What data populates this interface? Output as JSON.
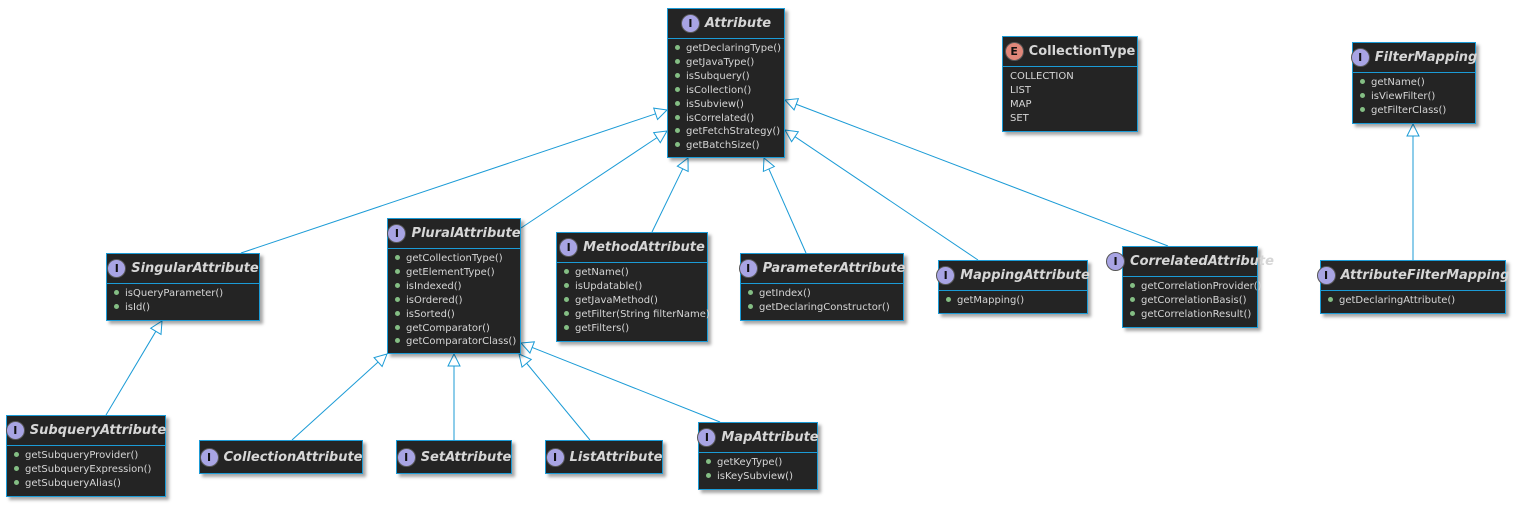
{
  "diagram": {
    "nodes": [
      {
        "id": "Attribute",
        "kind": "interface",
        "badge": "I",
        "name": "Attribute",
        "members": [
          "getDeclaringType()",
          "getJavaType()",
          "isSubquery()",
          "isCollection()",
          "isSubview()",
          "isCorrelated()",
          "getFetchStrategy()",
          "getBatchSize()"
        ]
      },
      {
        "id": "CollectionType",
        "kind": "enum",
        "badge": "E",
        "name": "CollectionType",
        "members": [
          "COLLECTION",
          "LIST",
          "MAP",
          "SET"
        ]
      },
      {
        "id": "FilterMapping",
        "kind": "interface",
        "badge": "I",
        "name": "FilterMapping",
        "members": [
          "getName()",
          "isViewFilter()",
          "getFilterClass()"
        ]
      },
      {
        "id": "SingularAttribute",
        "kind": "interface",
        "badge": "I",
        "name": "SingularAttribute",
        "members": [
          "isQueryParameter()",
          "isId()"
        ]
      },
      {
        "id": "PluralAttribute",
        "kind": "interface",
        "badge": "I",
        "name": "PluralAttribute",
        "members": [
          "getCollectionType()",
          "getElementType()",
          "isIndexed()",
          "isOrdered()",
          "isSorted()",
          "getComparator()",
          "getComparatorClass()"
        ]
      },
      {
        "id": "MethodAttribute",
        "kind": "interface",
        "badge": "I",
        "name": "MethodAttribute",
        "members": [
          "getName()",
          "isUpdatable()",
          "getJavaMethod()",
          "getFilter(String filterName)",
          "getFilters()"
        ]
      },
      {
        "id": "ParameterAttribute",
        "kind": "interface",
        "badge": "I",
        "name": "ParameterAttribute",
        "members": [
          "getIndex()",
          "getDeclaringConstructor()"
        ]
      },
      {
        "id": "MappingAttribute",
        "kind": "interface",
        "badge": "I",
        "name": "MappingAttribute",
        "members": [
          "getMapping()"
        ]
      },
      {
        "id": "CorrelatedAttribute",
        "kind": "interface",
        "badge": "I",
        "name": "CorrelatedAttribute",
        "members": [
          "getCorrelationProvider()",
          "getCorrelationBasis()",
          "getCorrelationResult()"
        ]
      },
      {
        "id": "AttributeFilterMapping",
        "kind": "interface",
        "badge": "I",
        "name": "AttributeFilterMapping",
        "members": [
          "getDeclaringAttribute()"
        ]
      },
      {
        "id": "SubqueryAttribute",
        "kind": "interface",
        "badge": "I",
        "name": "SubqueryAttribute",
        "members": [
          "getSubqueryProvider()",
          "getSubqueryExpression()",
          "getSubqueryAlias()"
        ]
      },
      {
        "id": "CollectionAttribute",
        "kind": "interface",
        "badge": "I",
        "name": "CollectionAttribute",
        "members": []
      },
      {
        "id": "SetAttribute",
        "kind": "interface",
        "badge": "I",
        "name": "SetAttribute",
        "members": []
      },
      {
        "id": "ListAttribute",
        "kind": "interface",
        "badge": "I",
        "name": "ListAttribute",
        "members": []
      },
      {
        "id": "MapAttribute",
        "kind": "interface",
        "badge": "I",
        "name": "MapAttribute",
        "members": [
          "getKeyType()",
          "isKeySubview()"
        ]
      }
    ],
    "edges": [
      {
        "from": "SingularAttribute",
        "to": "Attribute"
      },
      {
        "from": "PluralAttribute",
        "to": "Attribute"
      },
      {
        "from": "MethodAttribute",
        "to": "Attribute"
      },
      {
        "from": "ParameterAttribute",
        "to": "Attribute"
      },
      {
        "from": "MappingAttribute",
        "to": "Attribute"
      },
      {
        "from": "CorrelatedAttribute",
        "to": "Attribute"
      },
      {
        "from": "AttributeFilterMapping",
        "to": "FilterMapping"
      },
      {
        "from": "SubqueryAttribute",
        "to": "SingularAttribute"
      },
      {
        "from": "CollectionAttribute",
        "to": "PluralAttribute"
      },
      {
        "from": "SetAttribute",
        "to": "PluralAttribute"
      },
      {
        "from": "ListAttribute",
        "to": "PluralAttribute"
      },
      {
        "from": "MapAttribute",
        "to": "PluralAttribute"
      }
    ]
  }
}
